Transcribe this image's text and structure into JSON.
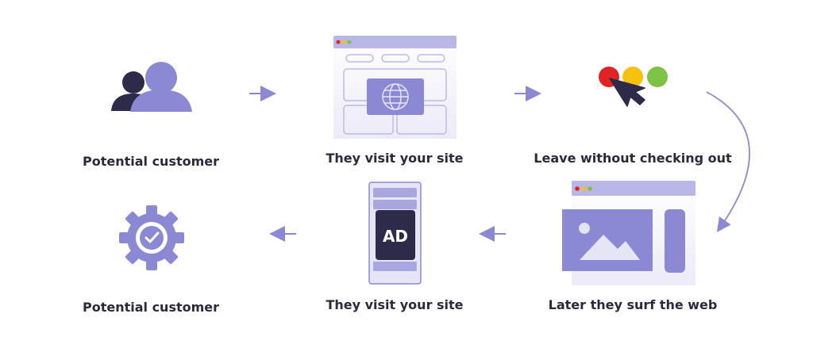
{
  "steps": [
    {
      "label": "Potential customer",
      "icon": "users-icon"
    },
    {
      "label": "They visit your site",
      "icon": "browser-globe-icon"
    },
    {
      "label": "Leave without checking out",
      "icon": "cursor-close-icon"
    },
    {
      "label": "Later they surf the web",
      "icon": "browser-image-icon"
    },
    {
      "label": "They visit your site",
      "icon": "ad-banner-icon"
    },
    {
      "label": "Potential customer",
      "icon": "gear-check-icon"
    }
  ],
  "ad_text": "AD",
  "colors": {
    "primary": "#8c89d4",
    "dark": "#2e2a4a",
    "light": "#e6e5f6",
    "red": "#e02424",
    "yellow": "#f5c010",
    "green": "#7cc243"
  }
}
